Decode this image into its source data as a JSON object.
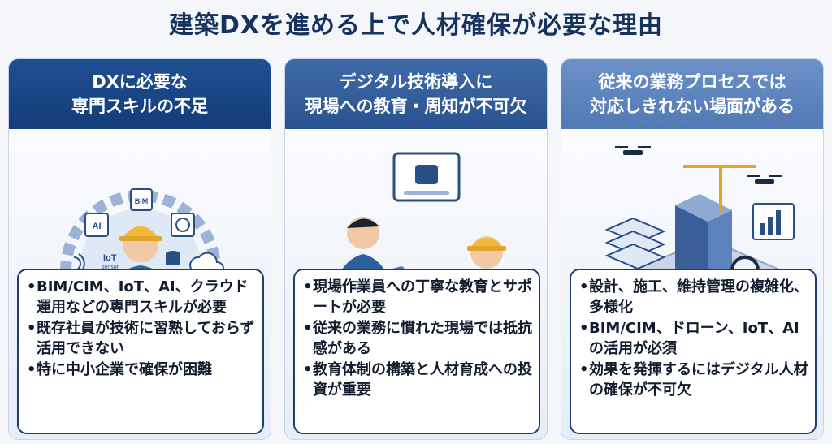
{
  "title": "建築DXを進める上で人材確保が必要な理由",
  "panels": [
    {
      "heading": "DXに必要な\n専門スキルの不足",
      "icon_labels": [
        "BIM",
        "AI",
        "IoT",
        "sensor"
      ],
      "bullets": [
        "BIM/CIM、IoT、AI、クラウド運用などの専門スキルが必要",
        "既存社員が技術に習熟しておらず活用できない",
        "特に中小企業で確保が困難"
      ]
    },
    {
      "heading": "デジタル技術導入に\n現場への教育・周知が不可欠",
      "bullets": [
        "現場作業員への丁寧な教育とサポートが必要",
        "従来の業務に慣れた現場では抵抗感がある",
        "教育体制の構築と人材育成への投資が重要"
      ]
    },
    {
      "heading": "従来の業務プロセスでは\n対応しきれない場面がある",
      "bullets": [
        "設計、施工、維持管理の複雑化、多様化",
        "BIM/CIM、ドローン、IoT、AIの活用が必須",
        "効果を発揮するにはデジタル人材の確保が不可欠"
      ]
    }
  ],
  "colors": {
    "title": "#16335f",
    "panel1_header": "#1f4f93",
    "panel2_header": "#3f6aa8",
    "panel3_header": "#6b91c7",
    "bullet_border": "#1d3d6e"
  }
}
